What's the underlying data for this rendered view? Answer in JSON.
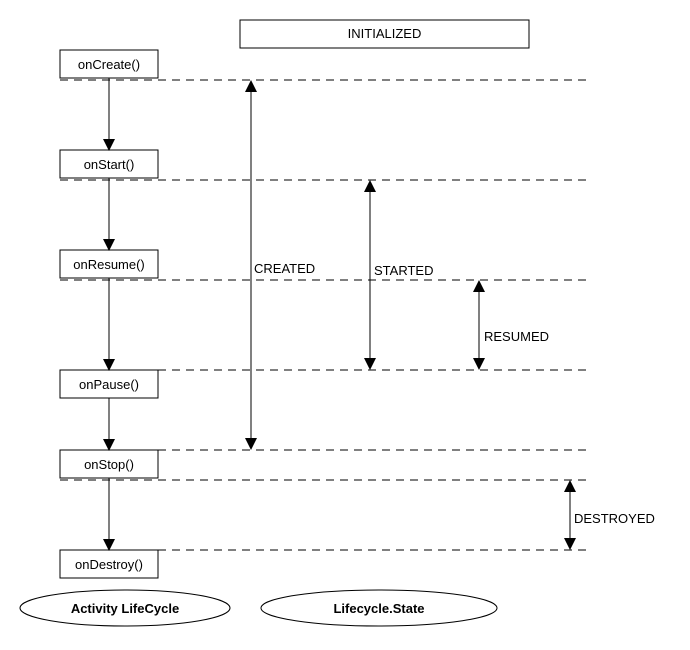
{
  "initialized_box": {
    "label": "INITIALIZED"
  },
  "callbacks": [
    {
      "key": "oncreate",
      "label": "onCreate()"
    },
    {
      "key": "onstart",
      "label": "onStart()"
    },
    {
      "key": "onresume",
      "label": "onResume()"
    },
    {
      "key": "onpause",
      "label": "onPause()"
    },
    {
      "key": "onstop",
      "label": "onStop()"
    },
    {
      "key": "ondestroy",
      "label": "onDestroy()"
    }
  ],
  "states": [
    {
      "key": "created",
      "label": "CREATED"
    },
    {
      "key": "started",
      "label": "STARTED"
    },
    {
      "key": "resumed",
      "label": "RESUMED"
    },
    {
      "key": "destroyed",
      "label": "DESTROYED"
    }
  ],
  "ellipses": {
    "activity": "Activity LifeCycle",
    "lifecycle_state": "Lifecycle.State"
  }
}
